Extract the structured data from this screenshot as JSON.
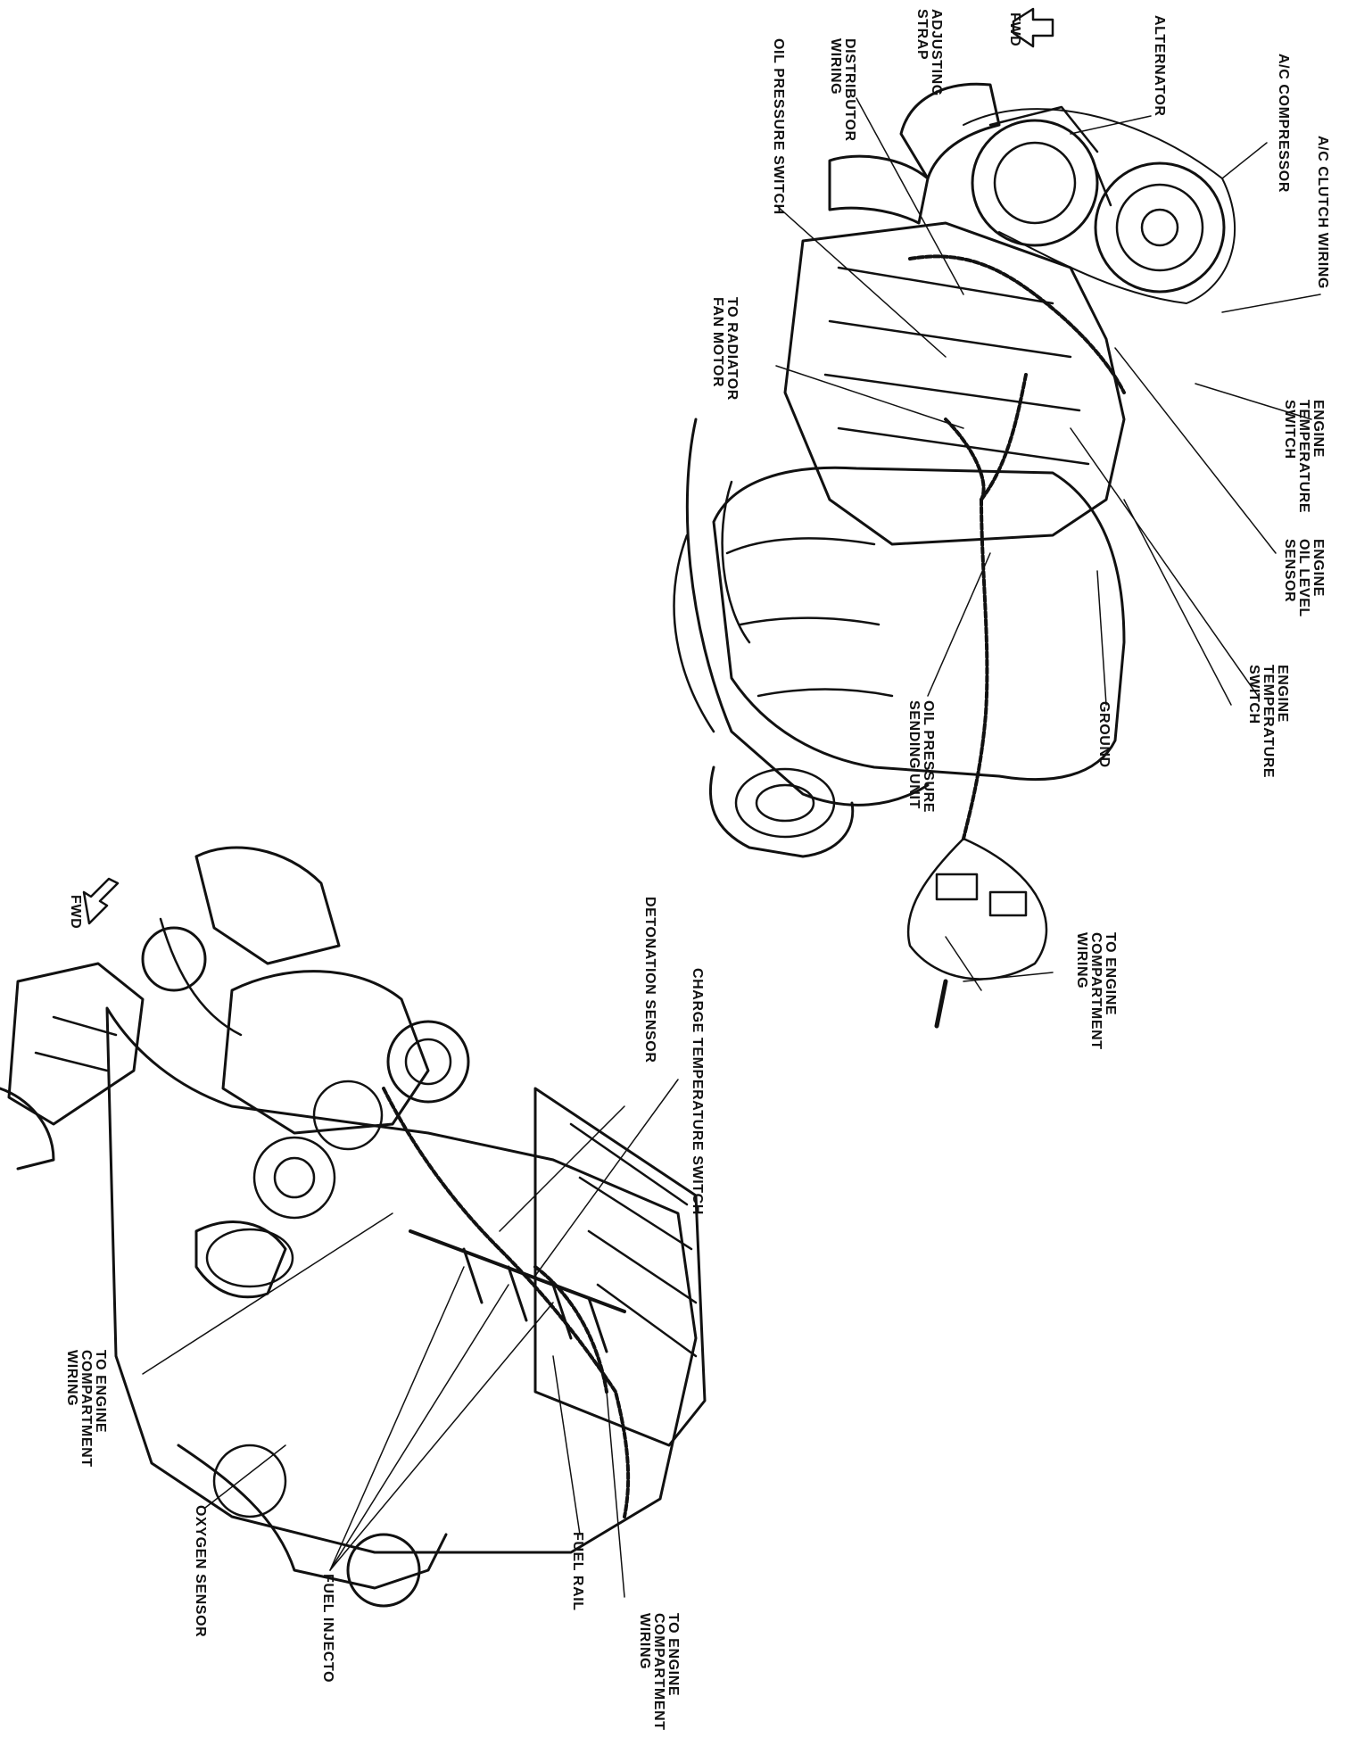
{
  "colors": {
    "ink": "#111111",
    "paper": "#ffffff"
  },
  "diagram_top": {
    "direction_label": "FWD",
    "labels": {
      "ac_clutch_wiring": "A/C CLUTCH WIRING",
      "ac_compressor": "A/C COMPRESSOR",
      "alternator": "ALTERNATOR",
      "adjusting_strap": "ADJUSTING\nSTRAP",
      "distributor_wiring": "DISTRIBUTOR\nWIRING",
      "oil_pressure_switch": "OIL PRESSURE SWITCH",
      "radiator_fan_motor": "TO RADIATOR\nFAN MOTOR",
      "engine_temp_switch_1": "ENGINE\nTEMPERATURE\nSWITCH",
      "engine_oil_level_sensor": "ENGINE\nOIL LEVEL\nSENSOR",
      "engine_temp_switch_2": "ENGINE\nTEMPERATURE\nSWITCH",
      "ground": "GROUND",
      "oil_pressure_sending_unit": "OIL PRESSURE\nSENDING UNIT",
      "engine_compartment_wiring": "TO ENGINE\nCOMPARTMENT\nWIRING"
    }
  },
  "diagram_bottom": {
    "direction_label": "FWD",
    "labels": {
      "detonation_sensor": "DETONATION SENSOR",
      "charge_temp_switch": "CHARGE TEMPERATURE SWITCH",
      "engine_compartment_wiring_left": "TO ENGINE\nCOMPARTMENT\nWIRING",
      "oxygen_sensor": "OXYGEN SENSOR",
      "fuel_injectors": "FUEL INJECTO",
      "fuel_rail": "FUEL RAIL",
      "engine_compartment_wiring_right": "TO ENGINE\nCOMPARTMENT\nWIRING"
    }
  }
}
